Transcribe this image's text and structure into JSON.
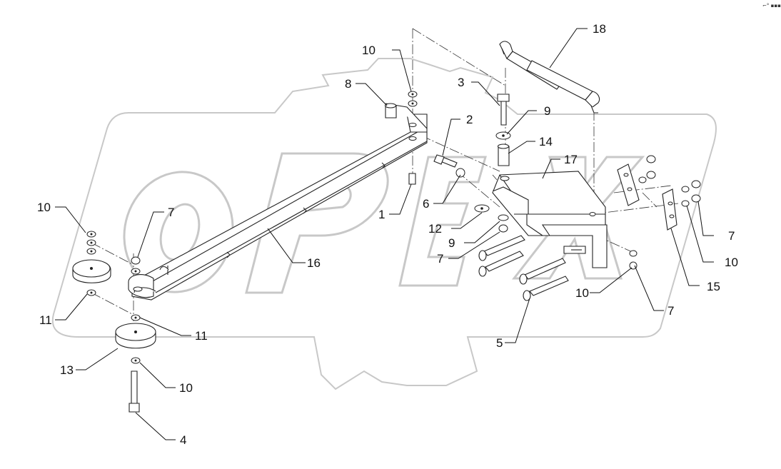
{
  "diagram": {
    "corner_mark": "⌐° ▪▪▪",
    "labels": {
      "l1": "1",
      "l2": "2",
      "l3": "3",
      "l4": "4",
      "l5": "5",
      "l6": "6",
      "l7a": "7",
      "l7b": "7",
      "l7c": "7",
      "l7d": "7",
      "l8": "8",
      "l9a": "9",
      "l9b": "9",
      "l10a": "10",
      "l10b": "10",
      "l10c": "10",
      "l10d": "10",
      "l10e": "10",
      "l11a": "11",
      "l11b": "11",
      "l12": "12",
      "l13": "13",
      "l14": "14",
      "l15": "15",
      "l16": "16",
      "l17": "17",
      "l18": "18"
    }
  }
}
